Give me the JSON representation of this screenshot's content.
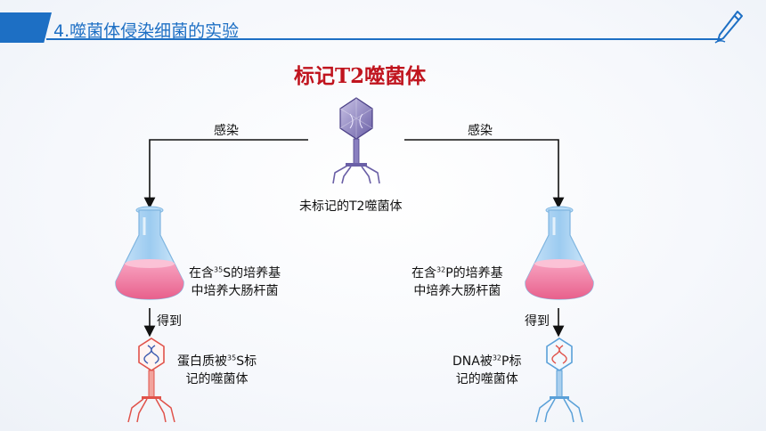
{
  "header": {
    "title": "4.噬菌体侵染细菌的实验"
  },
  "main_title": "标记T2噬菌体",
  "center": {
    "label": "未标记的T2噬菌体"
  },
  "left_branch": {
    "infect_label": "感染",
    "medium_line1_pre": "在含",
    "medium_isotope": "35",
    "medium_line1_post": "S的培养基",
    "medium_line2": "中培养大肠杆菌",
    "obtain_label": "得到",
    "result_line1_pre": "蛋白质被",
    "result_isotope": "35",
    "result_line1_post": "S标",
    "result_line2": "记的噬菌体",
    "phage_color": "#e0524a"
  },
  "right_branch": {
    "infect_label": "感染",
    "medium_line1_pre": "在含",
    "medium_isotope": "32",
    "medium_line1_post": "P的培养基",
    "medium_line2": "中培养大肠杆菌",
    "obtain_label": "得到",
    "result_line1_pre": "DNA被",
    "result_isotope": "32",
    "result_line1_post": "P标",
    "result_line2": "记的噬菌体",
    "phage_color": "#5aa0d8"
  },
  "colors": {
    "accent": "#1d6fc4",
    "title_red": "#c0141e",
    "medium_pink": "#f07aa0",
    "flask_blue": "#8fc4ee",
    "phage_purple": "#7b6fb0"
  }
}
